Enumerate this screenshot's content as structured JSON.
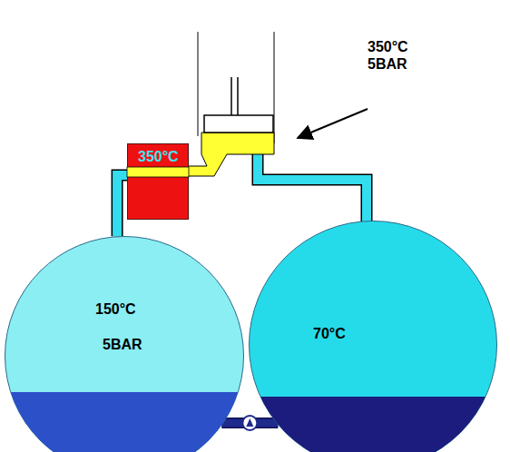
{
  "diagram": {
    "nodes": [
      {
        "text": [
          "350°C"
        ]
      },
      {
        "text": [
          "150°C",
          "5BAR"
        ]
      },
      {
        "text": [
          "70°C"
        ]
      }
    ],
    "edges": [
      {
        "from": 1,
        "to": 0,
        "arrow": "none"
      },
      {
        "from": 1,
        "to": 2,
        "arrow": "none"
      }
    ],
    "labels": [
      "350°C 5BAR"
    ]
  }
}
